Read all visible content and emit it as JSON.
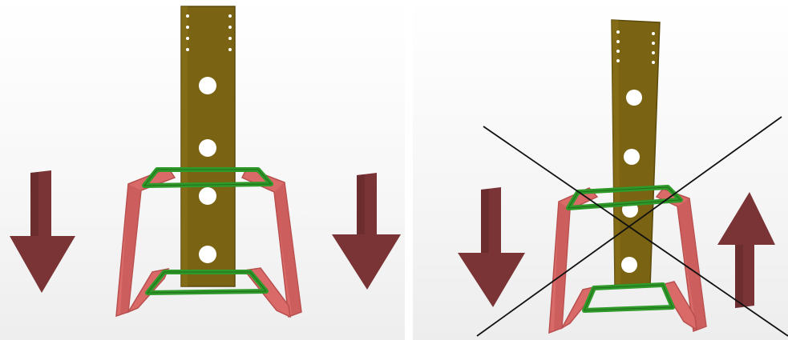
{
  "diagram": {
    "colors": {
      "arrow": "#7a3436",
      "arrow_shadow": "#5e2628",
      "frame": "#d96a68",
      "frame_dark": "#b84f4e",
      "brace": "#2f9a2a",
      "brace_dark": "#1f6e1c",
      "plate": "#7a6312",
      "plate_edge": "#5b4a0c",
      "cross_line": "#111111"
    },
    "panels": [
      {
        "id": "correct-loading",
        "load_arrows": [
          "down",
          "down"
        ],
        "crossed_out": false
      },
      {
        "id": "incorrect-loading",
        "load_arrows": [
          "down",
          "up"
        ],
        "crossed_out": true
      }
    ]
  }
}
